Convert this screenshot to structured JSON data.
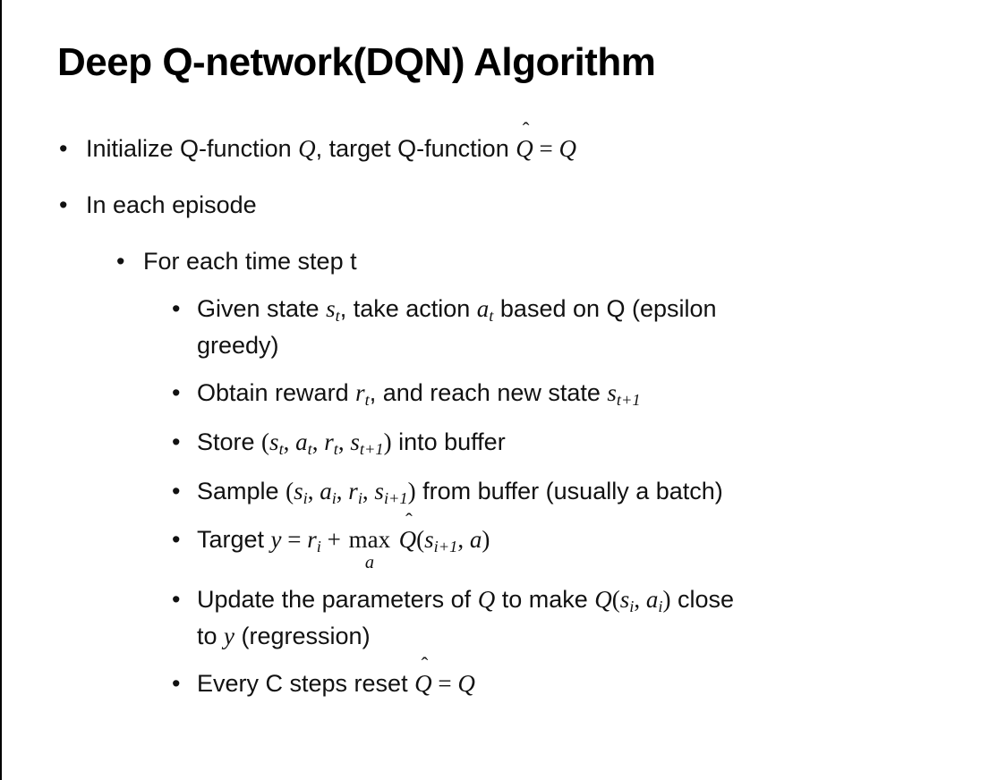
{
  "slide": {
    "title": "Deep Q-network(DQN) Algorithm",
    "bullets": [
      {
        "level": 1,
        "runs": [
          {
            "t": "Initialize Q-function "
          },
          {
            "m": "Q"
          },
          {
            "t": ", target Q-function "
          },
          {
            "m": "Q",
            "hat": true
          },
          {
            "r": " = "
          },
          {
            "m": "Q"
          }
        ]
      },
      {
        "level": 1,
        "runs": [
          {
            "t": "In each episode"
          }
        ]
      },
      {
        "level": 2,
        "runs": [
          {
            "t": "For each time step t"
          }
        ]
      },
      {
        "level": 3,
        "runs": [
          {
            "t": "Given state "
          },
          {
            "m": "s",
            "sub": "t"
          },
          {
            "t": ", take action "
          },
          {
            "m": "a",
            "sub": "t"
          },
          {
            "t": " based on Q (epsilon"
          },
          {
            "br": true
          },
          {
            "t": "greedy)"
          }
        ]
      },
      {
        "level": 3,
        "runs": [
          {
            "t": "Obtain reward "
          },
          {
            "m": "r",
            "sub": "t"
          },
          {
            "t": ", and reach new state "
          },
          {
            "m": "s",
            "sub": "t+1"
          }
        ]
      },
      {
        "level": 3,
        "runs": [
          {
            "t": "Store "
          },
          {
            "r": "("
          },
          {
            "m": "s",
            "sub": "t"
          },
          {
            "r": ", "
          },
          {
            "m": "a",
            "sub": "t"
          },
          {
            "r": ", "
          },
          {
            "m": "r",
            "sub": "t"
          },
          {
            "r": ", "
          },
          {
            "m": "s",
            "sub": "t+1"
          },
          {
            "r": ")"
          },
          {
            "t": " into buffer"
          }
        ]
      },
      {
        "level": 3,
        "runs": [
          {
            "t": "Sample "
          },
          {
            "r": "("
          },
          {
            "m": "s",
            "sub": "i"
          },
          {
            "r": ", "
          },
          {
            "m": "a",
            "sub": "i"
          },
          {
            "r": ", "
          },
          {
            "m": "r",
            "sub": "i"
          },
          {
            "r": ", "
          },
          {
            "m": "s",
            "sub": "i+1"
          },
          {
            "r": ")"
          },
          {
            "t": " from buffer (usually a batch)"
          }
        ]
      },
      {
        "level": 3,
        "extra_space": true,
        "runs": [
          {
            "t": "Target "
          },
          {
            "m": "y"
          },
          {
            "r": " = "
          },
          {
            "m": "r",
            "sub": "i"
          },
          {
            "r": " + "
          },
          {
            "op": "max",
            "under": "a"
          },
          {
            "t": " "
          },
          {
            "m": "Q",
            "hat": true
          },
          {
            "r": "("
          },
          {
            "m": "s",
            "sub": "i+1"
          },
          {
            "r": ", "
          },
          {
            "m": "a"
          },
          {
            "r": ")"
          }
        ]
      },
      {
        "level": 3,
        "runs": [
          {
            "t": "Update the parameters of "
          },
          {
            "m": "Q"
          },
          {
            "t": " to make "
          },
          {
            "m": "Q"
          },
          {
            "r": "("
          },
          {
            "m": "s",
            "sub": "i"
          },
          {
            "r": ", "
          },
          {
            "m": "a",
            "sub": "i"
          },
          {
            "r": ")"
          },
          {
            "t": " close"
          },
          {
            "br": true
          },
          {
            "t": "to "
          },
          {
            "m": "y"
          },
          {
            "t": " (regression)"
          }
        ]
      },
      {
        "level": 3,
        "runs": [
          {
            "t": "Every C steps reset "
          },
          {
            "m": "Q",
            "hat": true
          },
          {
            "r": " = "
          },
          {
            "m": "Q"
          }
        ]
      }
    ]
  }
}
